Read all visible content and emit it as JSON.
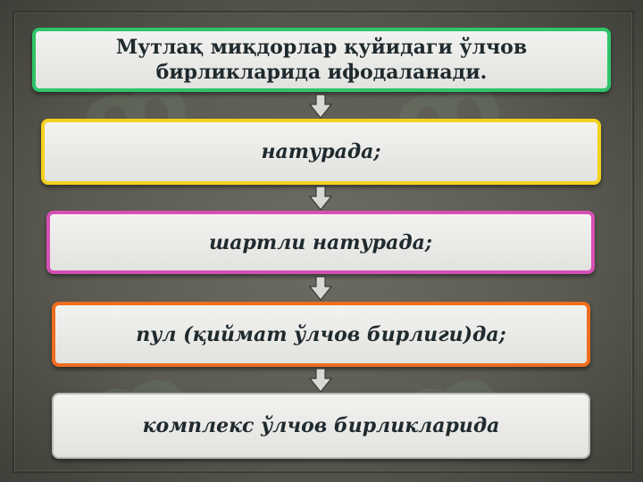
{
  "diagram": {
    "title": "Мутлақ миқдорлар қуйидаги ўлчов бирликларида ифодаланади.",
    "steps": [
      "натурада;",
      "шартли натурада;",
      "пул (қиймат ўлчов бирлиги)да;",
      "комплекс ўлчов бирликларида"
    ],
    "colors": {
      "title_border": "#2fc46a",
      "step_borders": [
        "#f2d21e",
        "#d64fb4",
        "#f06d1e",
        "#b9b9b4"
      ],
      "background": "#5a5a52"
    },
    "icons": [
      "arrow-down-icon",
      "arrow-down-icon",
      "arrow-down-icon",
      "arrow-down-icon"
    ]
  }
}
